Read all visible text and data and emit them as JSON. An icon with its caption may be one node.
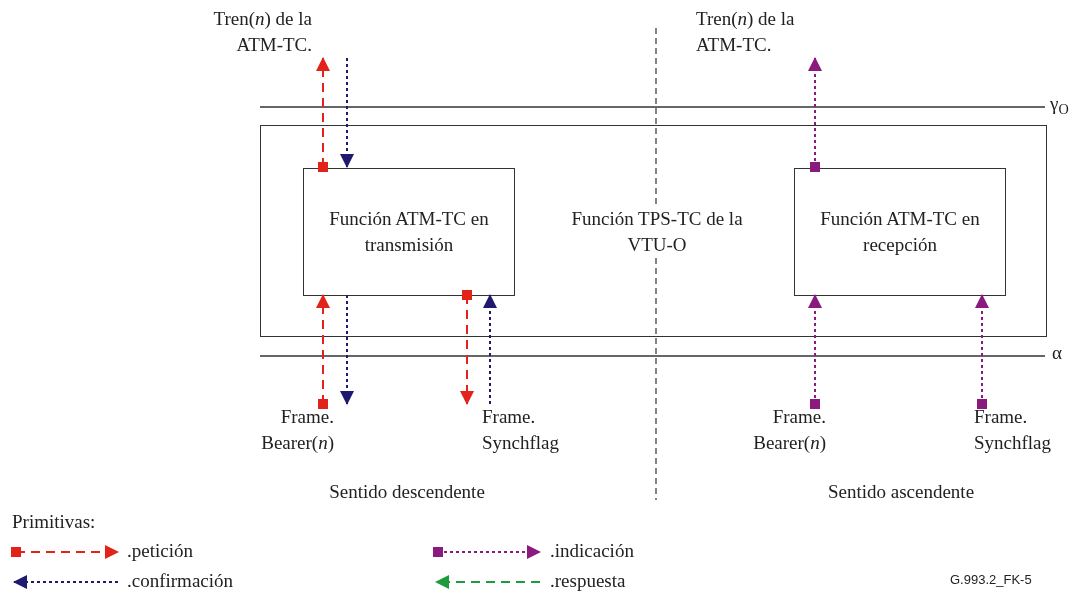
{
  "diagram": {
    "nodes": [
      {
        "text": [
          "Función TPS-TC de la VTU-O"
        ]
      },
      {
        "text": [
          "Función ATM-TC en transmisión"
        ],
        "in": 0
      },
      {
        "text": [
          "Función ATM-TC en recepción"
        ],
        "in": 0
      },
      {
        "text": [
          "Tren(*n*) de la ATM-TC."
        ]
      },
      {
        "text": [
          "Tren(*n*) de la ATM-TC."
        ]
      },
      {
        "text": [
          "Frame. Bearer(*n*)"
        ]
      },
      {
        "text": [
          "Frame. Synchflag"
        ]
      },
      {
        "text": [
          "Frame. Bearer(*n*)"
        ]
      },
      {
        "text": [
          "Frame. Synchflag"
        ]
      }
    ],
    "edges": [
      {
        "from": 1,
        "to": 3,
        "arrow": "to",
        "style": "dashed",
        "color": "#e2231a"
      },
      {
        "from": 3,
        "to": 1,
        "arrow": "to",
        "style": "dashed",
        "color": "#1f1a6e"
      },
      {
        "from": 5,
        "to": 1,
        "arrow": "to",
        "style": "dashed",
        "color": "#e2231a"
      },
      {
        "from": 1,
        "to": 5,
        "arrow": "to",
        "style": "dashed",
        "color": "#1f1a6e"
      },
      {
        "from": 1,
        "to": 6,
        "arrow": "to",
        "style": "dashed",
        "color": "#e2231a"
      },
      {
        "from": 6,
        "to": 1,
        "arrow": "to",
        "style": "dashed",
        "color": "#1f1a6e"
      },
      {
        "from": 2,
        "to": 4,
        "arrow": "to",
        "style": "dashed",
        "color": "#8b1a7e"
      },
      {
        "from": 7,
        "to": 2,
        "arrow": "to",
        "style": "dashed",
        "color": "#8b1a7e"
      },
      {
        "from": 8,
        "to": 2,
        "arrow": "to",
        "style": "dashed",
        "color": "#8b1a7e"
      }
    ],
    "labels": [
      "γ$_{O}$",
      "α",
      "Sentido descendente",
      "Sentido ascendente",
      "Primitivas:",
      "G.993.2_FK-5"
    ],
    "legend": [
      {
        "text": ".petición"
      },
      {
        "text": ".indicación"
      },
      {
        "text": ".confirmación"
      },
      {
        "text": ".respuesta"
      }
    ]
  }
}
